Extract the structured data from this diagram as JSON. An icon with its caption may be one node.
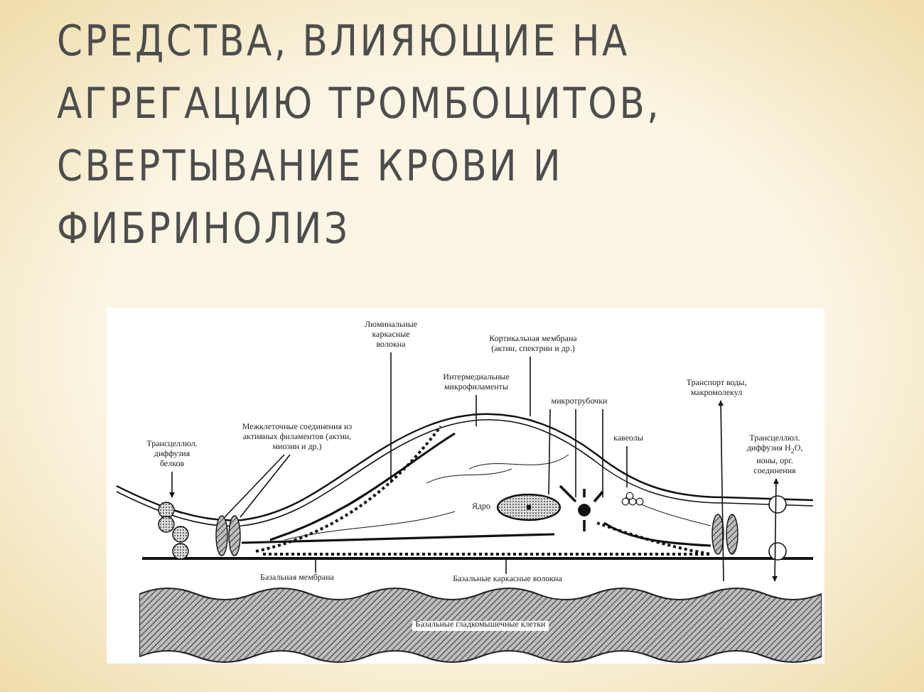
{
  "diagram": {
    "title": "СРЕДСТВА, ВЛИЯЮЩИЕ НА АГРЕГАЦИЮ ТРОМБОЦИТОВ, СВЕРТЫВАНИЕ КРОВИ И ФИБРИНОЛИЗ",
    "nodes": [
      {
        "text": [
          "Люминальные каркасные волокна"
        ]
      },
      {
        "text": [
          "Кортикальная мембрана (актин, спектрин и др.)"
        ]
      },
      {
        "text": [
          "Интермедиальные микрофиламенты"
        ]
      },
      {
        "text": [
          "микротрубочки"
        ]
      },
      {
        "text": [
          "Транспорт воды, макромолекул"
        ]
      },
      {
        "text": [
          "кавеолы"
        ]
      },
      {
        "text": [
          "Трансцеллюл. диффузия белков"
        ]
      },
      {
        "text": [
          "Межклеточные соединения из активных филаментов (актин, миозин и др.)"
        ]
      },
      {
        "text": [
          "Трансцеллюл. диффузия H$_{2}$O, ионы, орг. соединения"
        ]
      },
      {
        "text": [
          "Базальная мембрана"
        ]
      },
      {
        "text": [
          "Базальные каркасные волокна"
        ]
      },
      {
        "text": [
          "Базальные гладкомышечные клетки"
        ]
      }
    ],
    "edges": [
      {
        "from": 0,
        "to": null,
        "arrow": "none"
      },
      {
        "from": 1,
        "to": null,
        "arrow": "none"
      },
      {
        "from": 2,
        "to": null,
        "arrow": "none"
      },
      {
        "from": 3,
        "to": null,
        "arrow": "none"
      },
      {
        "from": 3,
        "to": null,
        "arrow": "none"
      },
      {
        "from": 3,
        "to": null,
        "arrow": "none"
      },
      {
        "from": 11,
        "to": 4,
        "arrow": "to"
      },
      {
        "from": 5,
        "to": null,
        "arrow": "none"
      },
      {
        "from": 6,
        "to": null,
        "arrow": "to"
      },
      {
        "from": 7,
        "to": null,
        "arrow": "none"
      },
      {
        "from": 7,
        "to": null,
        "arrow": "none"
      },
      {
        "from": 8,
        "to": 11,
        "arrow": "both"
      },
      {
        "from": 9,
        "to": null,
        "arrow": "none"
      },
      {
        "from": 10,
        "to": null,
        "arrow": "none"
      }
    ],
    "labels": [
      "Ядро"
    ]
  }
}
